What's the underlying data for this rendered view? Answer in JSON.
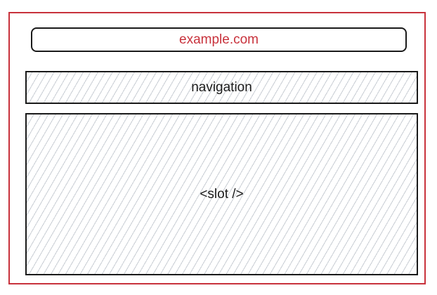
{
  "browser": {
    "address": "example.com",
    "frame_color": "#c8323c"
  },
  "layout": {
    "navigation_label": "navigation",
    "slot_label": "<slot />"
  },
  "colors": {
    "accent": "#c8323c",
    "outline": "#1a1a1a",
    "hatch": "#c9ced4"
  }
}
